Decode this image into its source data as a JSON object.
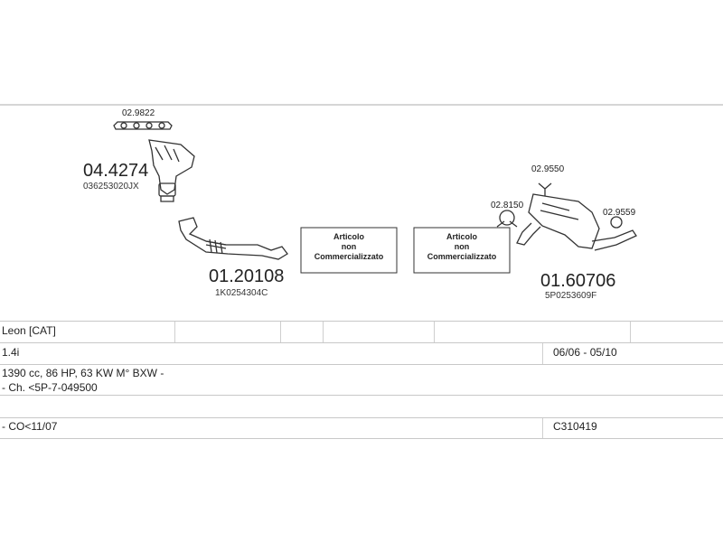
{
  "colors": {
    "line": "#c8c8c8",
    "part_stroke": "#333333",
    "text": "#222222"
  },
  "parts": [
    {
      "id": "p1",
      "code": "04.4274",
      "oem": "036253020JX",
      "icon": "catalytic-manifold-icon"
    },
    {
      "id": "p2",
      "code": "01.20108",
      "oem": "1K0254304C",
      "icon": "front-pipe-icon"
    },
    {
      "id": "p3",
      "code": "01.60706",
      "oem": "5P0253609F",
      "icon": "rear-silencer-icon"
    }
  ],
  "small_parts": [
    {
      "id": "s1",
      "code": "02.9822",
      "icon": "manifold-gasket-icon"
    },
    {
      "id": "s2",
      "code": "02.9550",
      "icon": "rubber-hanger-icon"
    },
    {
      "id": "s3",
      "code": "02.8150",
      "icon": "clamp-icon"
    },
    {
      "id": "s4",
      "code": "02.9559",
      "icon": "rubber-ring-icon"
    }
  ],
  "not_sold_boxes": [
    {
      "id": "b1",
      "lines": [
        "Articolo",
        "non",
        "Commercializzato"
      ]
    },
    {
      "id": "b2",
      "lines": [
        "Articolo",
        "non",
        "Commercializzato"
      ]
    }
  ],
  "info": {
    "model": "Leon  [CAT]",
    "engine": "1.4i",
    "dates": "06/06 - 05/10",
    "specs": "1390 cc, 86 HP, 63 KW M° BXW -",
    "chassis": "- Ch. <5P-7-049500",
    "note": "- CO<11/07",
    "ref": "C310419"
  }
}
